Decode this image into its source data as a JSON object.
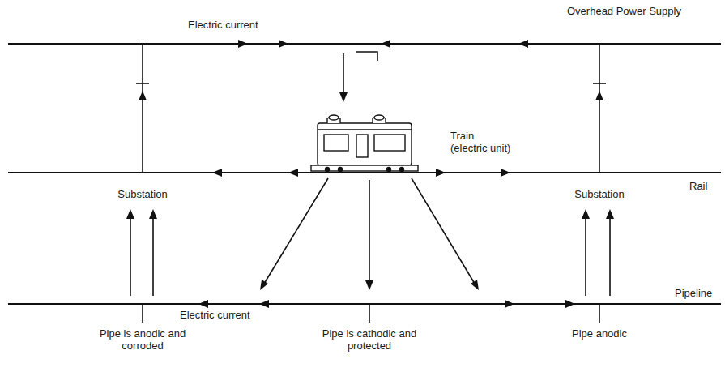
{
  "diagram": {
    "labels": [
      "Electric current",
      "Overhead Power Supply",
      "Train (electric unit)",
      "Rail",
      "Substation",
      "Substation",
      "Electric current",
      "Pipeline",
      "Pipe is anodic and corroded",
      "Pipe is cathodic and protected",
      "Pipe anodic"
    ]
  }
}
